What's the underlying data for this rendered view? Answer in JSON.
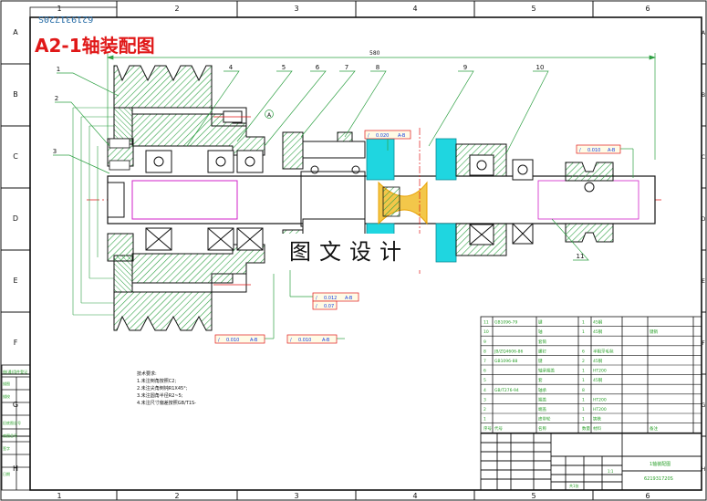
{
  "title": "A2-1轴装配图",
  "drawing_number": "621931720S",
  "watermark": "图文设计",
  "overall_dimension": "580",
  "frame": {
    "columns": [
      "1",
      "2",
      "3",
      "4",
      "5",
      "6"
    ],
    "rows": [
      "A",
      "B",
      "C",
      "D",
      "E",
      "F",
      "G",
      "H"
    ]
  },
  "balloons": [
    "1",
    "2",
    "3",
    "4",
    "5",
    "6",
    "7",
    "8",
    "9",
    "10",
    "11"
  ],
  "tolerances": [
    {
      "sym": "/",
      "value": "0.020",
      "datum": "A-B"
    },
    {
      "sym": "/",
      "value": "0.010",
      "datum": "A-B"
    },
    {
      "sym": "/",
      "value": "0.012",
      "datum": "A-B"
    },
    {
      "sym": "/",
      "value": "0.07",
      "datum": ""
    },
    {
      "sym": "/",
      "value": "0.010",
      "datum": "A-B"
    },
    {
      "sym": "/",
      "value": "0.010",
      "datum": "A-B"
    }
  ],
  "datum_label": "A",
  "tech_notes": {
    "heading": "技术要求:",
    "lines": [
      "1.未注倒角按照C2;",
      "2.未注尖角倒钝R1X45°;",
      "3.未注圆角半径R2~5;",
      "4.未注尺寸偏差按照GB/T1S-"
    ]
  },
  "bom": [
    {
      "no": "11",
      "code": "GB1096-79",
      "name": "键",
      "qty": "1",
      "material": "45钢",
      "note": ""
    },
    {
      "no": "10",
      "code": "",
      "name": "轴",
      "qty": "1",
      "material": "45钢",
      "note": "键销"
    },
    {
      "no": "9",
      "code": "",
      "name": "套筒",
      "qty": "",
      "material": "",
      "note": ""
    },
    {
      "no": "8",
      "code": "JB/ZQ4606-86",
      "name": "螺钉",
      "qty": "6",
      "material": "半粗牙毛毡",
      "note": ""
    },
    {
      "no": "7",
      "code": "GB1096-88",
      "name": "键",
      "qty": "2",
      "material": "45钢",
      "note": ""
    },
    {
      "no": "6",
      "code": "",
      "name": "轴承端盖",
      "qty": "1",
      "material": "HT200",
      "note": ""
    },
    {
      "no": "5",
      "code": "",
      "name": "套",
      "qty": "1",
      "material": "45钢",
      "note": ""
    },
    {
      "no": "4",
      "code": "GB/T276-94",
      "name": "轴承",
      "qty": "8",
      "material": "",
      "note": ""
    },
    {
      "no": "3",
      "code": "",
      "name": "端盖",
      "qty": "1",
      "material": "HT200",
      "note": ""
    },
    {
      "no": "2",
      "code": "",
      "name": "端盖",
      "qty": "1",
      "material": "HT200",
      "note": ""
    },
    {
      "no": "1",
      "code": "",
      "name": "皮带轮",
      "qty": "1",
      "material": "铸铁",
      "note": ""
    }
  ],
  "bom_footer": [
    "序号",
    "代号",
    "名称",
    "数量",
    "材料",
    "备注"
  ],
  "title_block": {
    "name": "1轴装配图",
    "code": "621931720S",
    "scale": "1:1",
    "sheet": "共1张"
  },
  "side_table": [
    "借(通)用件登记",
    "描图",
    "描校",
    "旧底图总号",
    "底图总号",
    "签字",
    "日期"
  ],
  "colors": {
    "frame": "#111111",
    "hatch": "#2ea043",
    "magenta": "#d020c8",
    "cyan": "#1fd6e0",
    "red": "#e01818",
    "yellow": "#e8a000",
    "blue": "#1840e0",
    "green_text": "#2aa02a"
  }
}
